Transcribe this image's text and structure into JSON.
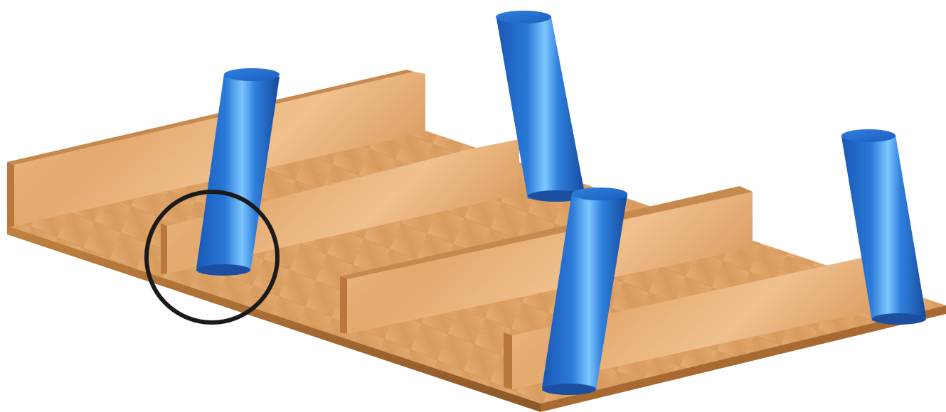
{
  "colors": {
    "background": "#ffffff",
    "wood_light": "#eab47c",
    "wood_mid": "#dc9f63",
    "wood_dark": "#b9773c",
    "wood_edge": "#8c5626",
    "post_blue": "#2a73d1",
    "post_highlight": "#7cc6ff",
    "post_dark": "#1248a0",
    "highlight_circle": "#1a1a1a"
  },
  "objects": {
    "base_board": "wooden-base-board",
    "rails": [
      "back-rail",
      "middle-rail",
      "front-rail"
    ],
    "posts": [
      "post-left-front",
      "post-back-center",
      "post-front-center",
      "post-right"
    ],
    "callout": "detail-circle"
  }
}
